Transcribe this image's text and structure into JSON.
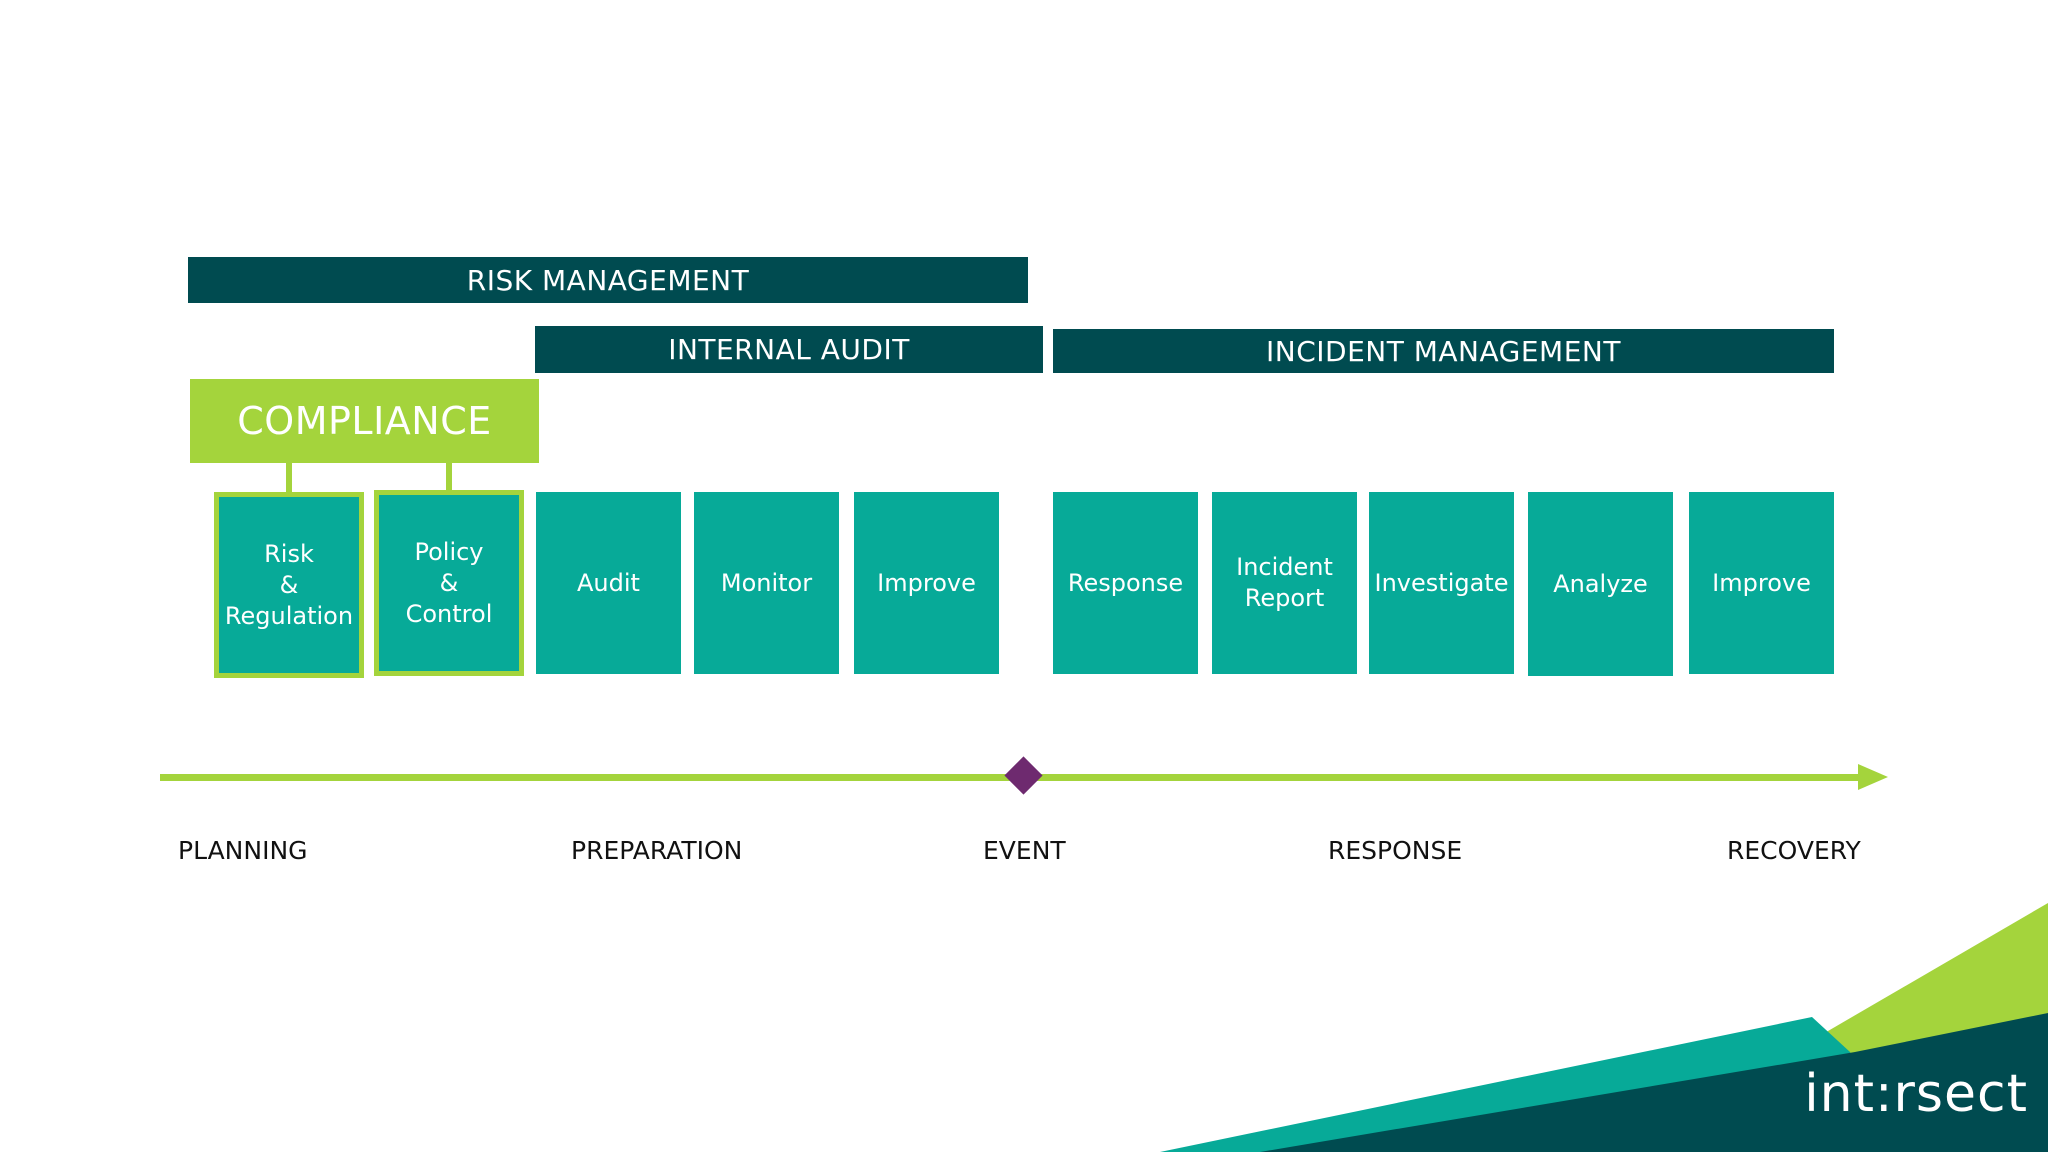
{
  "bands": {
    "risk_management": "RISK MANAGEMENT",
    "internal_audit": "INTERNAL AUDIT",
    "incident_management": "INCIDENT MANAGEMENT",
    "compliance": "COMPLIANCE"
  },
  "compliance_boxes": [
    {
      "line1": "Risk",
      "line2": "&",
      "line3": "Regulation"
    },
    {
      "line1": "Policy",
      "line2": "&",
      "line3": "Control"
    }
  ],
  "audit_boxes": [
    "Audit",
    "Monitor",
    "Improve"
  ],
  "incident_boxes": [
    {
      "line1": "Response",
      "line2": ""
    },
    {
      "line1": "Incident",
      "line2": "Report"
    },
    {
      "line1": "Investigate",
      "line2": ""
    },
    {
      "line1": "Analyze",
      "line2": ""
    },
    {
      "line1": "Improve",
      "line2": ""
    }
  ],
  "timeline": {
    "phases": [
      "PLANNING",
      "PREPARATION",
      "EVENT",
      "RESPONSE",
      "RECOVERY"
    ]
  },
  "logo": {
    "text": "int:rsect"
  },
  "colors": {
    "dark_teal": "#004b50",
    "teal": "#07aa98",
    "lime": "#a4d43c",
    "event_marker": "#6e2a6f"
  }
}
